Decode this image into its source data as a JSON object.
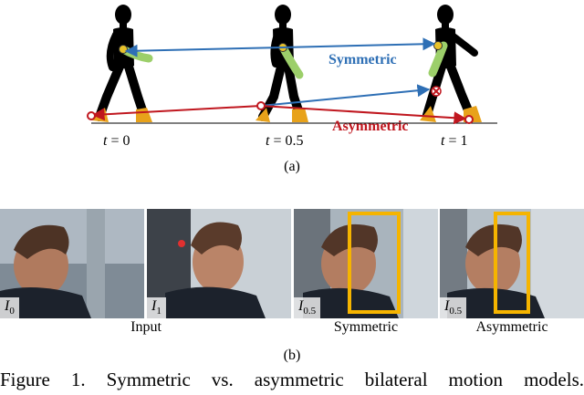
{
  "figure_a": {
    "labels": {
      "t0": {
        "var": "t",
        "eq": "=",
        "val": "0"
      },
      "t05": {
        "var": "t",
        "eq": "=",
        "val": "0.5"
      },
      "t1": {
        "var": "t",
        "eq": "=",
        "val": "1"
      }
    },
    "symmetric_label": "Symmetric",
    "asymmetric_label": "Asymmetric",
    "colors": {
      "symmetric": "#2e6fb5",
      "asymmetric": "#c0171f",
      "silhouette": "#000000",
      "arm": "#9ccf6a",
      "shoe": "#e8a21a",
      "joint": "#e8c22a"
    }
  },
  "sublabel_a": "(a)",
  "figure_b": {
    "panels": [
      {
        "badge_var": "I",
        "badge_sub": "0"
      },
      {
        "badge_var": "I",
        "badge_sub": "1"
      },
      {
        "badge_var": "I",
        "badge_sub": "0.5"
      },
      {
        "badge_var": "I",
        "badge_sub": "0.5"
      }
    ],
    "labels": {
      "input": "Input",
      "symmetric": "Symmetric",
      "asymmetric": "Asymmetric"
    },
    "box_color": "#f5b400"
  },
  "sublabel_b": "(b)",
  "caption": "Figure 1. Symmetric vs. asymmetric bilateral motion models."
}
